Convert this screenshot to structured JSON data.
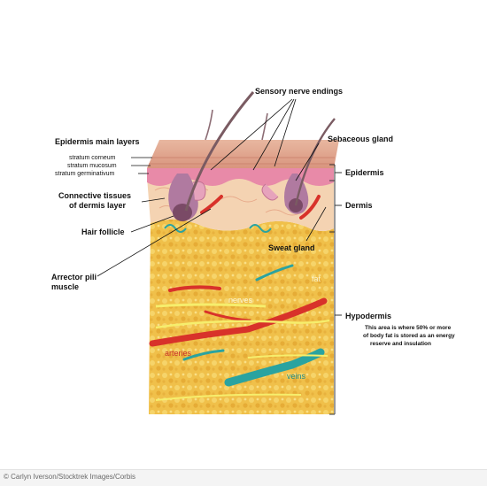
{
  "labels": {
    "sensory_nerve_endings": "Sensory nerve endings",
    "epidermis_main_layers": "Epidermis main layers",
    "stratum_corneum": "stratum corneum",
    "stratum_mucosum": "stratum mucosum",
    "stratum_germinativum": "stratum germinativum",
    "connective_tissues_line1": "Connective tissues",
    "connective_tissues_line2": "of dermis layer",
    "hair_follicle": "Hair follicle",
    "arrector_line1": "Arrector pili",
    "arrector_line2": "muscle",
    "sebaceous_gland": "Sebaceous gland",
    "sweat_gland": "Sweat gland",
    "epidermis": "Epidermis",
    "dermis": "Dermis",
    "hypodermis": "Hypodermis",
    "hypodermis_note_line1": "This area is where 50% or more",
    "hypodermis_note_line2": "of body fat is stored as an energy",
    "hypodermis_note_line3": "reserve and insulation",
    "fat": "fat",
    "nerves": "nerves",
    "arteries": "arteries",
    "veins": "veins"
  },
  "credit": "© Carlyn Iverson/Stocktrek Images/Corbis",
  "colors": {
    "fat": "#f0c04a",
    "skin_top": "#e6b29c",
    "epidermis_pink": "#e88aa8",
    "dermis": "#f2c6a4",
    "artery": "#d8322a",
    "vein": "#2aa3a0",
    "nerve": "#f6ee6c",
    "hair": "#7a5b62"
  }
}
